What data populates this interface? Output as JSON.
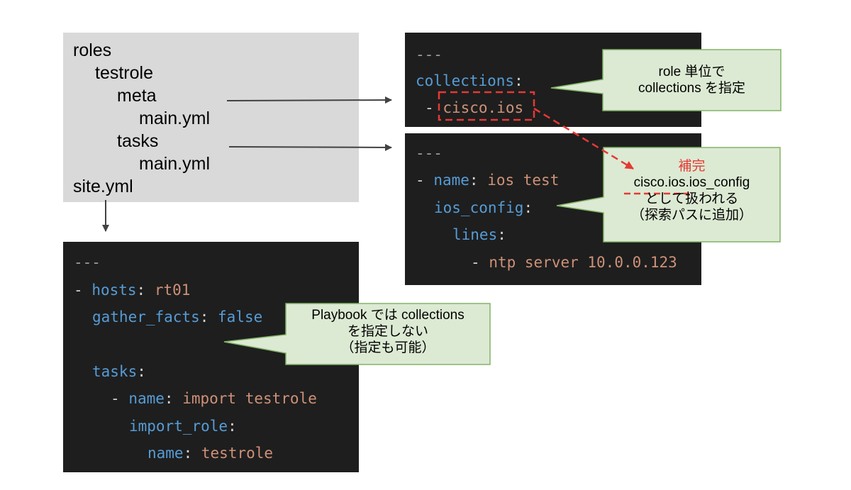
{
  "tree": {
    "lines": [
      "roles",
      "testrole",
      "meta",
      "main.yml",
      "tasks",
      "main.yml",
      "site.yml"
    ]
  },
  "meta_code": {
    "doc_start": "---",
    "collections_key": "collections",
    "colon": ":",
    "dash": "-",
    "collection_value": "cisco.ios"
  },
  "tasks_code": {
    "doc_start": "---",
    "dash": "-",
    "name_key": "name",
    "name_value": "ios test",
    "module_key": "ios_config",
    "lines_key": "lines",
    "line_value": "ntp server 10.0.0.123",
    "colon": ":"
  },
  "site_code": {
    "doc_start": "---",
    "dash": "-",
    "colon": ":",
    "hosts_key": "hosts",
    "hosts_value": "rt01",
    "gather_key": "gather_facts",
    "gather_value": "false",
    "tasks_key": "tasks",
    "name_key": "name",
    "task_name_value": "import testrole",
    "import_key": "import_role",
    "role_name_key": "name",
    "role_name_value": "testrole"
  },
  "callouts": {
    "role_collections": [
      "role 単位で",
      "collections を指定"
    ],
    "completion": {
      "title": "補完",
      "fqcn": "cisco.ios.ios_config",
      "line2": "として扱われる",
      "line3": "（探索パスに追加）"
    },
    "playbook": [
      "Playbook では collections",
      "を指定しない",
      "（指定も可能）"
    ]
  },
  "colors": {
    "code_bg": "#1e1e1e",
    "key": "#569cd6",
    "value": "#ce9178",
    "callout_fill": "#dcead3",
    "callout_border": "#82b366",
    "highlight_red": "#e53935",
    "tree_bg": "#d9d9d9",
    "arrow": "#424242"
  }
}
